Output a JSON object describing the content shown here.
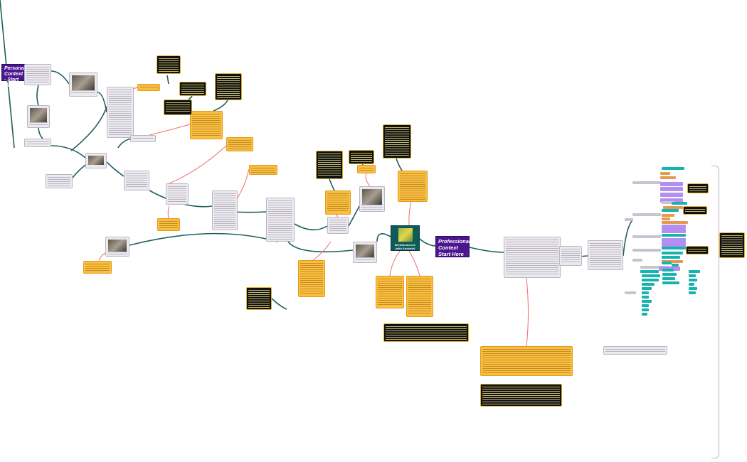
{
  "canvas": {
    "personal_context_label": "Personal Context - Start HERE",
    "professional_context_label": "Professional Context Start Here",
    "center_node_caption": "Brenda and me (with Aristotle)"
  },
  "colors": {
    "connector_primary": "#1f5f5b",
    "connector_secondary": "#f26b6b",
    "label_purple": "#4b168f",
    "center_teal": "#0d5b5a",
    "note_orange": "#fbbf3f",
    "note_black": "#111111",
    "mindmap_teal": "#17b3b0",
    "mindmap_orange": "#e59a52",
    "mindmap_lilac": "#b48ef0"
  }
}
